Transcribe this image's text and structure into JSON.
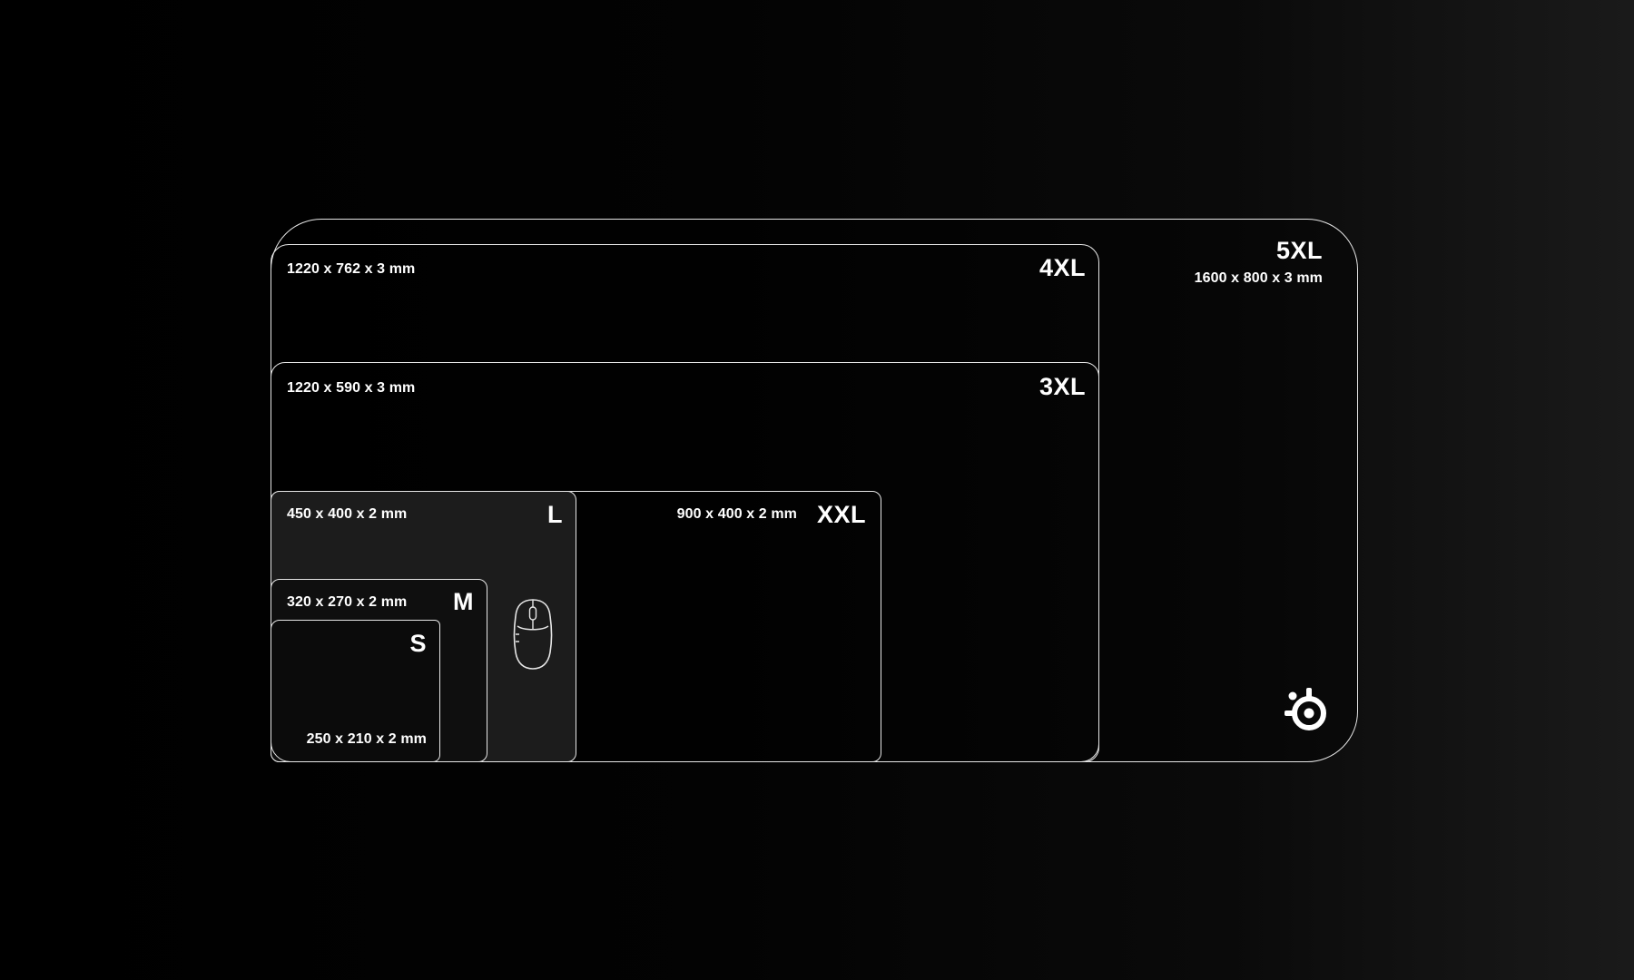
{
  "pads": {
    "5xl": {
      "size": "5XL",
      "dims": "1600 x 800 x 3 mm"
    },
    "4xl": {
      "size": "4XL",
      "dims": "1220 x 762 x 3 mm"
    },
    "3xl": {
      "size": "3XL",
      "dims": "1220 x 590 x 3 mm"
    },
    "xxl": {
      "size": "XXL",
      "dims": "900 x 400 x 2 mm"
    },
    "l": {
      "size": "L",
      "dims": "450 x 400 x 2 mm"
    },
    "m": {
      "size": "M",
      "dims": "320 x 270 x 2 mm"
    },
    "s": {
      "size": "S",
      "dims": "250 x 210 x 2 mm"
    }
  },
  "icons": {
    "mouse": "mouse-icon",
    "logo": "steelseries-logo-icon"
  },
  "colors": {
    "background": "#000000",
    "outline": "#e6e6e6",
    "text": "#ffffff"
  }
}
